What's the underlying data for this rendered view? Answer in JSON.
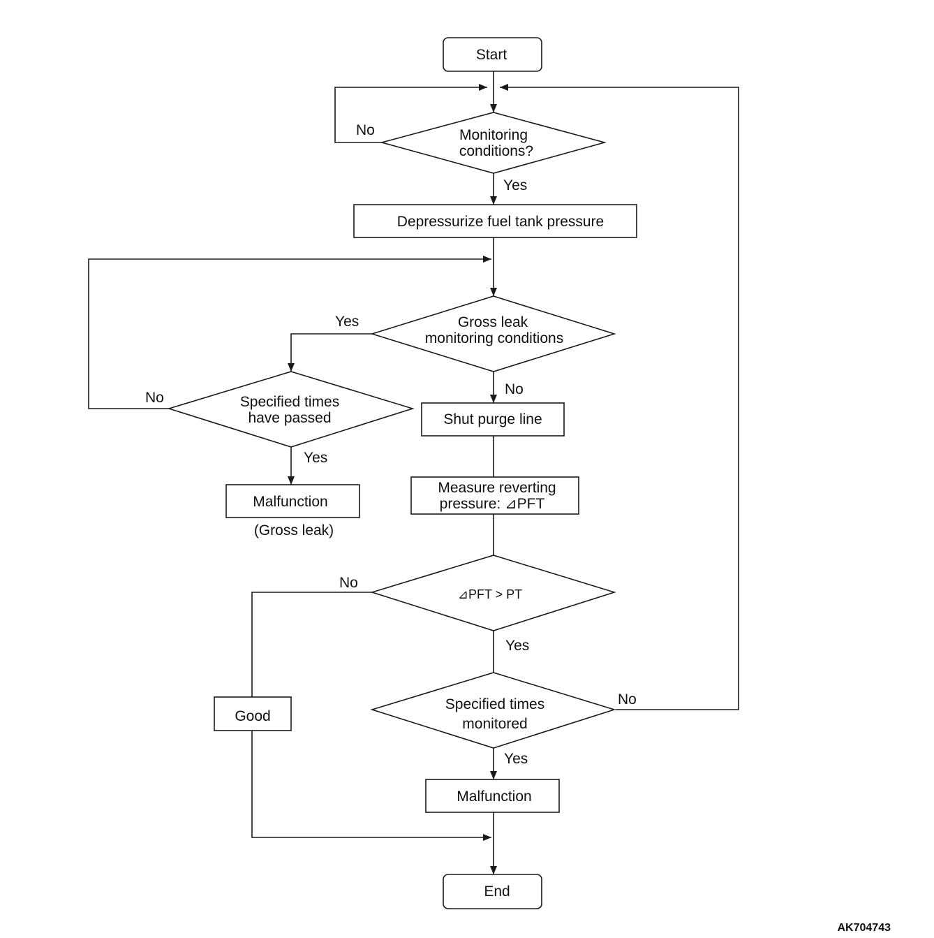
{
  "nodes": {
    "start": "Start",
    "monitoring_conditions": [
      "Monitoring",
      "conditions?"
    ],
    "depressurize": "Depressurize fuel tank pressure",
    "gross_leak_conditions": [
      "Gross leak",
      "monitoring conditions"
    ],
    "specified_times_passed": [
      "Specified times",
      "have passed"
    ],
    "malfunction_gross": "Malfunction",
    "malfunction_gross_note": "(Gross leak)",
    "shut_purge": "Shut purge line",
    "measure_reverting": [
      "Measure reverting",
      "pressure:  ⊿PFT"
    ],
    "pft_gt_pt": "⊿PFT > PT",
    "good": "Good",
    "specified_times_monitored": [
      "Specified times",
      "monitored"
    ],
    "malfunction": "Malfunction",
    "end": "End"
  },
  "edge_labels": {
    "monitoring_no": "No",
    "monitoring_yes": "Yes",
    "gross_yes": "Yes",
    "gross_no": "No",
    "passed_no": "No",
    "passed_yes": "Yes",
    "pft_no": "No",
    "pft_yes": "Yes",
    "monitored_no": "No",
    "monitored_yes": "Yes"
  },
  "figure_code": "AK704743"
}
